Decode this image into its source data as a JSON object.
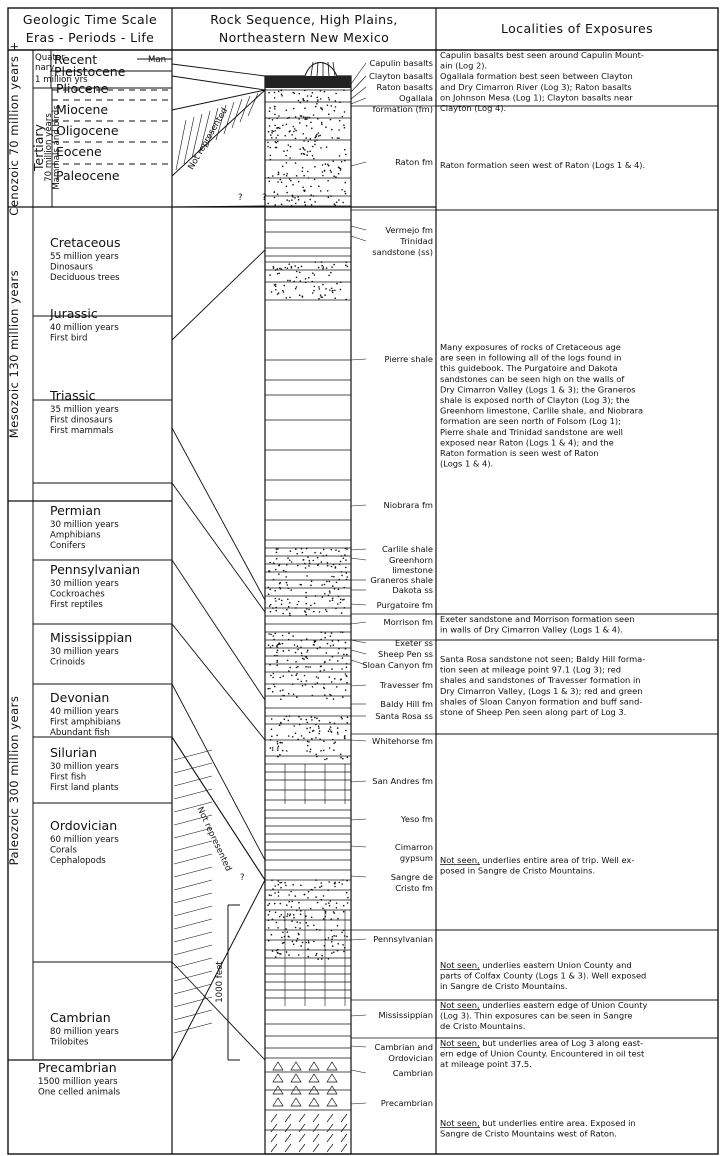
{
  "headers": {
    "col1": [
      "Geologic Time Scale",
      "Eras - Periods - Life"
    ],
    "col2": [
      "Rock Sequence, High Plains,",
      "Northeastern New Mexico"
    ],
    "col3": "Localities of Exposures"
  },
  "eras": [
    {
      "name": "Cenozoic",
      "subtitle": "70 million years +"
    },
    {
      "name": "Mesozoic",
      "subtitle": "130 million years"
    },
    {
      "name": "Paleozoic",
      "subtitle": "300 million years"
    }
  ],
  "tertiary": {
    "name": "Tertiary",
    "lines": [
      "70 million years",
      "Mammals and birds"
    ]
  },
  "quaternary": {
    "name": "Quater-nary",
    "lines": [
      "1 million yrs"
    ]
  },
  "cenozoic_periods": [
    "Recent",
    "Pleistocene",
    "Pliocene",
    "Miocene",
    "Oligocene",
    "Eocene",
    "Paleocene"
  ],
  "periods": [
    {
      "name": "Cretaceous",
      "lines": [
        "55 million years",
        "Dinosaurs",
        "Deciduous trees"
      ]
    },
    {
      "name": "Jurassic",
      "lines": [
        "40 million years",
        "First bird"
      ]
    },
    {
      "name": "Triassic",
      "lines": [
        "35 million years",
        "First dinosaurs",
        "First mammals"
      ]
    },
    {
      "name": "Permian",
      "lines": [
        "30 million years",
        "Amphibians",
        "Conifers"
      ]
    },
    {
      "name": "Pennsylvanian",
      "lines": [
        "30 million years",
        "Cockroaches",
        "First reptiles"
      ]
    },
    {
      "name": "Mississippian",
      "lines": [
        "30 million years",
        "Crinoids"
      ]
    },
    {
      "name": "Devonian",
      "lines": [
        "40 million years",
        "First amphibians",
        "Abundant fish"
      ]
    },
    {
      "name": "Silurian",
      "lines": [
        "30 million years",
        "First fish",
        "First land plants"
      ]
    },
    {
      "name": "Ordovician",
      "lines": [
        "60 million years",
        "Corals",
        "Cephalopods"
      ]
    },
    {
      "name": "Cambrian",
      "lines": [
        "80 million years",
        "Trilobites"
      ]
    },
    {
      "name": "Precambrian",
      "lines": [
        "1500 million years",
        "One celled animals"
      ]
    }
  ],
  "annotations": {
    "man": "Man",
    "not_represented": "Not represented",
    "question_mark": "?",
    "scale": "1000 feet"
  },
  "formations": [
    "Capulin basalts",
    "Clayton basalts",
    "Raton basalts",
    "Ogallala",
    "formation (fm)",
    "Raton fm",
    "Vermejo fm",
    "Trinidad",
    "sandstone (ss)",
    "Pierre shale",
    "Niobrara fm",
    "Carlile shale",
    "Greenhorn",
    "limestone",
    "Graneros shale",
    "Dakota ss",
    "Purgatoire fm",
    "Morrison fm",
    "Exeter ss",
    "Sheep Pen ss",
    "Sloan Canyon fm",
    "Travesser fm",
    "Baldy Hill fm",
    "Santa Rosa ss",
    "Whitehorse fm",
    "San Andres fm",
    "Yeso fm",
    "Cimarron",
    "gypsum",
    "Sangre de",
    "Cristo fm",
    "Pennsylvanian",
    "Mississippian",
    "Cambrian and",
    "Ordovician",
    "Cambrian",
    "Precambrian"
  ],
  "localities": [
    {
      "lines": [
        "Capulin basalts best seen around Capulin Mount-",
        "ain (Log 2).",
        "Ogallala formation best seen between Clayton",
        "and Dry Cimarron River (Log 3); Raton basalts",
        "on Johnson Mesa (Log 1); Clayton basalts near",
        "Clayton (Log 4)."
      ],
      "underline": ""
    },
    {
      "lines": [
        "Raton formation seen west of Raton (Logs 1 & 4)."
      ],
      "underline": ""
    },
    {
      "lines": [
        "Many exposures of rocks of Cretaceous age",
        "are seen in following all of the logs found in",
        "this guidebook. The Purgatoire and Dakota",
        "sandstones can be seen high on the walls of",
        "Dry Cimarron Valley (Logs 1 & 3); the Graneros",
        "shale is exposed north of Clayton (Log 3); the",
        "Greenhorn limestone, Carlile shale, and Niobrara",
        "formation are seen north of Folsom (Log 1);",
        "Pierre shale and Trinidad sandstone are well",
        "exposed near Raton (Logs 1 & 4); and the",
        "Raton formation is seen west of Raton",
        "(Logs 1 & 4)."
      ],
      "underline": ""
    },
    {
      "lines": [
        "Exeter sandstone and Morrison formation seen",
        "in walls of Dry Cimarron Valley (Logs 1 & 4)."
      ],
      "underline": ""
    },
    {
      "lines": [
        "Santa Rosa sandstone not seen; Baldy Hill forma-",
        "tion seen at mileage point 97.1 (Log 3); red",
        "shales and sandstones of Travesser formation in",
        "Dry Cimarron Valley, (Logs 1 & 3); red and green",
        "shales of Sloan Canyon formation and buff sand-",
        "stone of Sheep Pen seen along part of Log 3."
      ],
      "underline": ""
    },
    {
      "lines": [
        "Not seen, underlies entire area of trip. Well ex-",
        "posed in Sangre de Cristo Mountains."
      ],
      "underline": "Not seen"
    },
    {
      "lines": [
        "Not seen, underlies eastern Union County and",
        "parts of Colfax County (Logs 1 & 3). Well exposed",
        "in Sangre de Cristo Mountains."
      ],
      "underline": "Not seen"
    },
    {
      "lines": [
        "Not seen, underlies eastern edge of Union County",
        "(Log 3). Thin exposures can be seen in Sangre",
        "de Cristo Mountains."
      ],
      "underline": "Not seen"
    },
    {
      "lines": [
        "Not seen, but underlies area of Log 3 along east-",
        "ern edge of Union County. Encountered in oil test",
        "at mileage point 37.5."
      ],
      "underline": "Not seen"
    },
    {
      "lines": [
        "Not seen, but underlies entire area. Exposed in",
        "Sangre de Cristo Mountains west of Raton."
      ],
      "underline": "Not seen"
    }
  ]
}
